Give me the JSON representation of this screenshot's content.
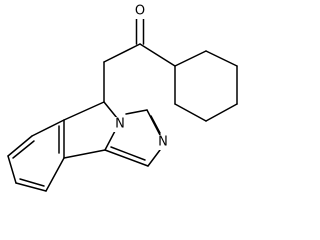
{
  "structure": {
    "atoms": {
      "oxygen": "O",
      "pyrrolic_nitrogen": "N",
      "imidazole_nitrogen": "N"
    }
  },
  "colors": {
    "background": "#ffffff",
    "bond": "#000000",
    "label": "#000000"
  }
}
